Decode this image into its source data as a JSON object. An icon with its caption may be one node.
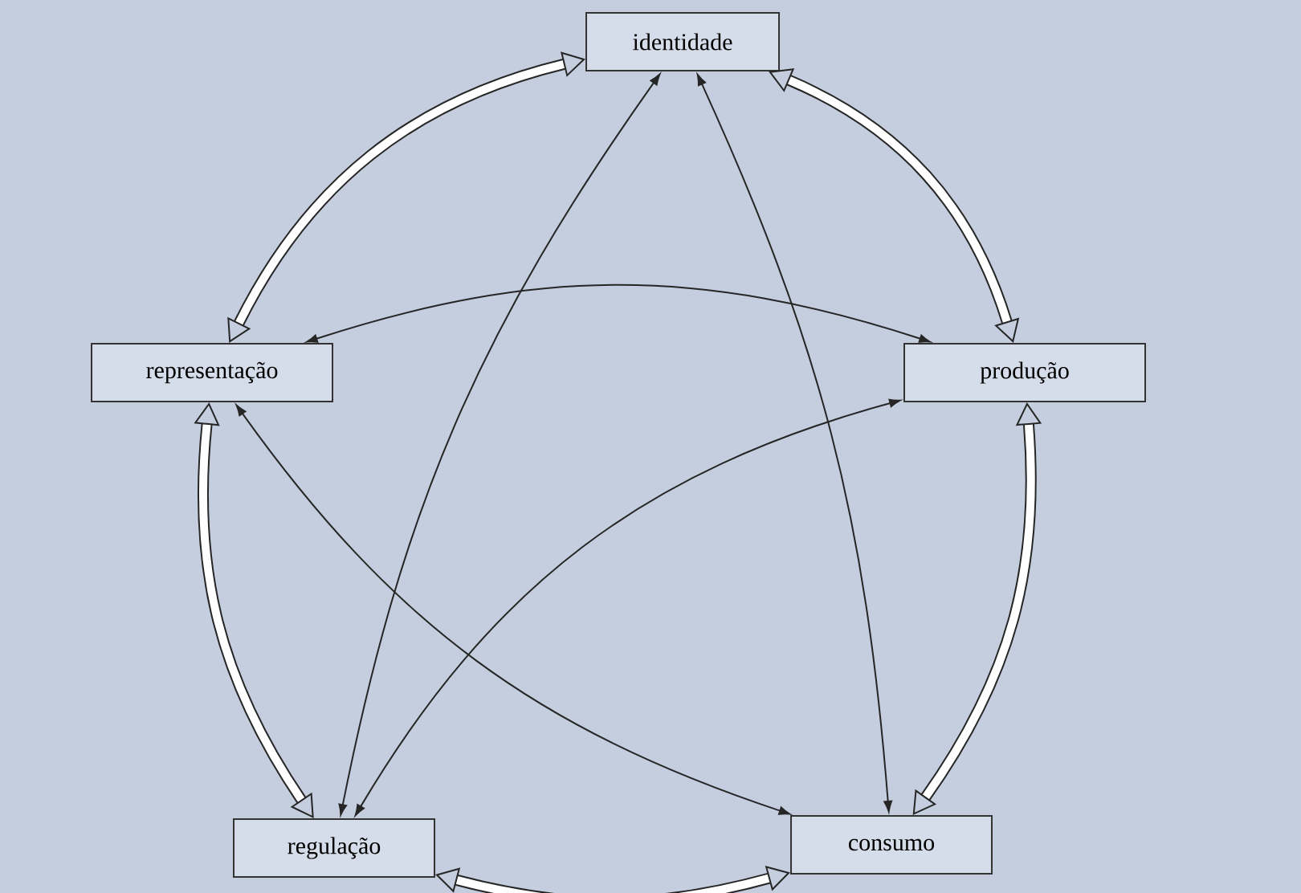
{
  "diagram": {
    "nodes": [
      {
        "text": [
          "identidade"
        ]
      },
      {
        "text": [
          "representação"
        ]
      },
      {
        "text": [
          "produção"
        ]
      },
      {
        "text": [
          "regulação"
        ]
      },
      {
        "text": [
          "consumo"
        ]
      }
    ],
    "edges": [
      {
        "from": 0,
        "to": 2,
        "arrow": "both",
        "style": "thick"
      },
      {
        "from": 2,
        "to": 4,
        "arrow": "both",
        "style": "thick"
      },
      {
        "from": 4,
        "to": 3,
        "arrow": "both",
        "style": "thick"
      },
      {
        "from": 3,
        "to": 1,
        "arrow": "both",
        "style": "thick"
      },
      {
        "from": 1,
        "to": 0,
        "arrow": "both",
        "style": "thick"
      },
      {
        "from": 1,
        "to": 2,
        "arrow": "both"
      },
      {
        "from": 0,
        "to": 3,
        "arrow": "both"
      },
      {
        "from": 0,
        "to": 4,
        "arrow": "both"
      },
      {
        "from": 1,
        "to": 4,
        "arrow": "both"
      },
      {
        "from": 2,
        "to": 3,
        "arrow": "both"
      }
    ]
  }
}
